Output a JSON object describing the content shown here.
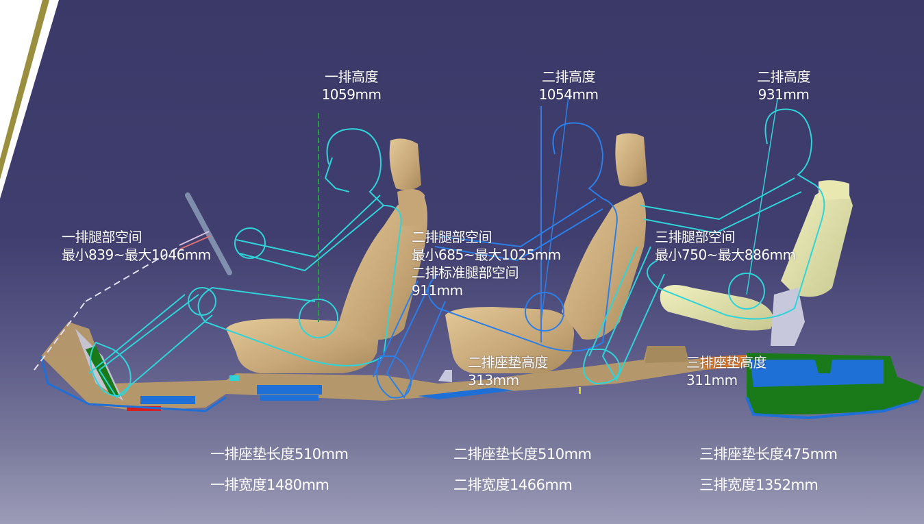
{
  "colors": {
    "bg_top": "#3b3968",
    "bg_bottom": "#9c9cb8",
    "accent_stripe": "#9a8f3e",
    "front_seat": "#c8a978",
    "third_seat": "#dede9e",
    "mannequin_row1": "#2fd4d8",
    "mannequin_row2": "#2a7fe8",
    "floor_blue": "#1e6fd6",
    "floor_green": "#1a7a1a",
    "label_text": "#ffffff"
  },
  "heights": [
    {
      "title": "一排高度",
      "value": "1059mm"
    },
    {
      "title": "二排高度",
      "value": "1054mm"
    },
    {
      "title": "二排高度",
      "value": "931mm"
    }
  ],
  "legroom": {
    "row1": {
      "title": "一排腿部空间",
      "range": "最小839~最大1046mm"
    },
    "row2": {
      "title": "二排腿部空间",
      "range": "最小685~最大1025mm",
      "std_title": "二排标准腿部空间",
      "std_value": "911mm"
    },
    "row3": {
      "title": "三排腿部空间",
      "range": "最小750~最大886mm"
    }
  },
  "cushion_height": {
    "row2": {
      "title": "二排座垫高度",
      "value": "313mm"
    },
    "row3": {
      "title": "三排座垫高度",
      "value": "311mm"
    }
  },
  "specs": {
    "row1": {
      "cushion_length": "一排座垫长度510mm",
      "width": "一排宽度1480mm"
    },
    "row2": {
      "cushion_length": "二排座垫长度510mm",
      "width": "二排宽度1466mm"
    },
    "row3": {
      "cushion_length": "三排座垫长度475mm",
      "width": "三排宽度1352mm"
    }
  }
}
